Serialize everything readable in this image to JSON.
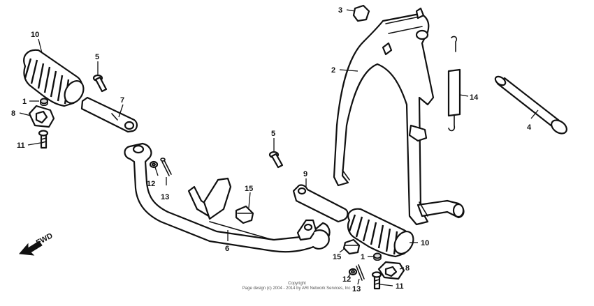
{
  "callouts": [
    {
      "id": "c10a",
      "label": "10"
    },
    {
      "id": "c5a",
      "label": "5"
    },
    {
      "id": "c7",
      "label": "7"
    },
    {
      "id": "c1a",
      "label": "1"
    },
    {
      "id": "c8a",
      "label": "8"
    },
    {
      "id": "c11a",
      "label": "11"
    },
    {
      "id": "c12a",
      "label": "12"
    },
    {
      "id": "c13a",
      "label": "13"
    },
    {
      "id": "c3",
      "label": "3"
    },
    {
      "id": "c2",
      "label": "2"
    },
    {
      "id": "c14",
      "label": "14"
    },
    {
      "id": "c4",
      "label": "4"
    },
    {
      "id": "c5b",
      "label": "5"
    },
    {
      "id": "c9",
      "label": "9"
    },
    {
      "id": "c15a",
      "label": "15"
    },
    {
      "id": "c6",
      "label": "6"
    },
    {
      "id": "c10b",
      "label": "10"
    },
    {
      "id": "c15b",
      "label": "15"
    },
    {
      "id": "c1b",
      "label": "1"
    },
    {
      "id": "c8b",
      "label": "8"
    },
    {
      "id": "c12b",
      "label": "12"
    },
    {
      "id": "c13b",
      "label": "13"
    },
    {
      "id": "c11b",
      "label": "11"
    }
  ],
  "direction_marker": "FWD",
  "copyright": {
    "line1": "Copyright",
    "line2": "Page design (c) 2004 - 2014 by ARI Network Services, Inc."
  }
}
